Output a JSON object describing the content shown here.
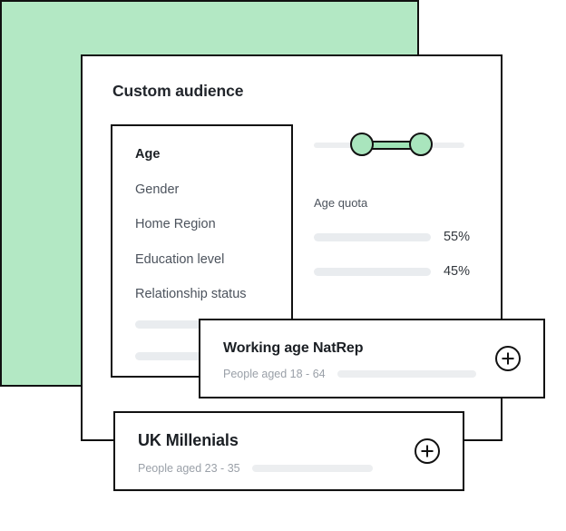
{
  "panel": {
    "title": "Custom audience"
  },
  "attributes": {
    "items": [
      {
        "label": "Age",
        "active": true
      },
      {
        "label": "Gender",
        "active": false
      },
      {
        "label": "Home Region",
        "active": false
      },
      {
        "label": "Education level",
        "active": false
      },
      {
        "label": "Relationship status",
        "active": false
      }
    ],
    "placeholder_rows": 2
  },
  "slider": {
    "name": "age-range-slider",
    "min_handle_label": "",
    "max_handle_label": ""
  },
  "quota": {
    "label": "Age quota",
    "rows": [
      {
        "value": "55%"
      },
      {
        "value": "45%"
      }
    ]
  },
  "audiences": [
    {
      "title": "Working age NatRep",
      "subtitle": "People aged 18 - 64",
      "add_label": "+"
    },
    {
      "title": "UK Millenials",
      "subtitle": "People aged 23 - 35",
      "add_label": "+"
    }
  ],
  "colors": {
    "accent_green": "#b3e8c4",
    "handle_green": "#a9e5bd",
    "outline": "#111111",
    "skeleton": "#e9ecef",
    "text_primary": "#1b1f24",
    "text_secondary": "#4c535d",
    "text_muted": "#9aa0a8"
  }
}
